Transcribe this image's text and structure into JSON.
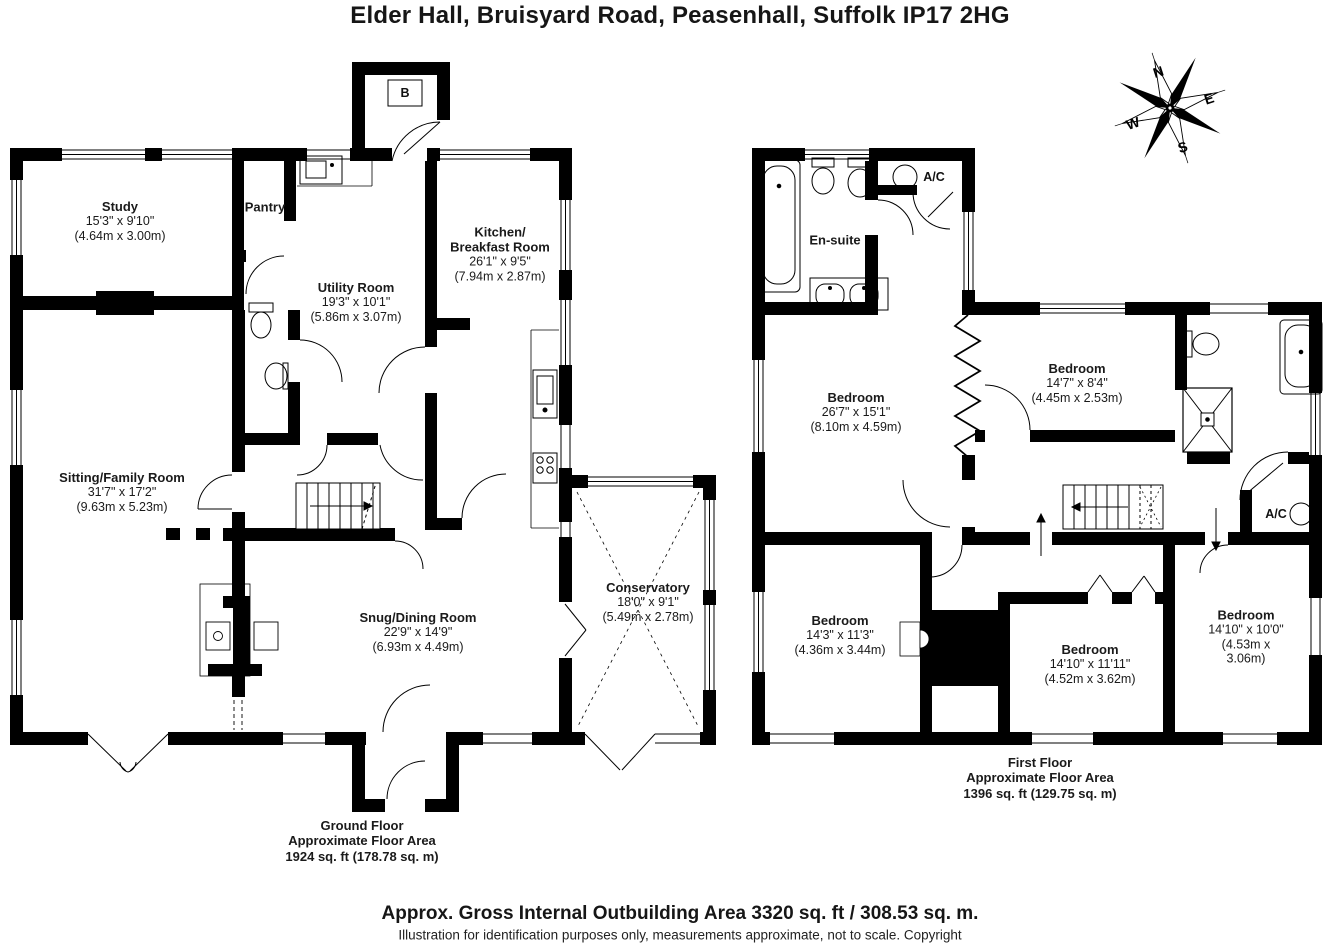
{
  "title": "Elder Hall, Bruisyard Road, Peasenhall, Suffolk IP17 2HG",
  "compass": {
    "n": "N",
    "e": "E",
    "s": "S",
    "w": "W"
  },
  "ground_floor": {
    "caption": {
      "line1": "Ground Floor",
      "line2": "Approximate Floor Area",
      "line3": "1924 sq. ft (178.78 sq. m)"
    },
    "annotations": {
      "boiler": "B"
    },
    "rooms": [
      {
        "name": "Study",
        "imperial": "15'3\" x 9'10\"",
        "metric": "(4.64m x 3.00m)"
      },
      {
        "name": "Pantry",
        "imperial": "",
        "metric": ""
      },
      {
        "name": "Utility Room",
        "imperial": "19'3\" x 10'1\"",
        "metric": "(5.86m x 3.07m)"
      },
      {
        "name": "Kitchen/\nBreakfast Room",
        "imperial": "26'1\" x 9'5\"",
        "metric": "(7.94m x 2.87m)"
      },
      {
        "name": "Sitting/Family Room",
        "imperial": "31'7\" x 17'2\"",
        "metric": "(9.63m x 5.23m)"
      },
      {
        "name": "Snug/Dining Room",
        "imperial": "22'9\" x 14'9\"",
        "metric": "(6.93m x 4.49m)"
      },
      {
        "name": "Conservatory",
        "imperial": "18'0\" x 9'1\"",
        "metric": "(5.49m x 2.78m)"
      }
    ]
  },
  "first_floor": {
    "caption": {
      "line1": "First Floor",
      "line2": "Approximate Floor Area",
      "line3": "1396 sq. ft (129.75 sq. m)"
    },
    "annotations": {
      "ac_top": "A/C",
      "ac_bottom": "A/C"
    },
    "rooms": [
      {
        "name": "En-suite",
        "imperial": "",
        "metric": ""
      },
      {
        "name": "Bedroom",
        "imperial": "26'7\" x 15'1\"",
        "metric": "(8.10m x 4.59m)"
      },
      {
        "name": "Bedroom",
        "imperial": "14'7\" x 8'4\"",
        "metric": "(4.45m x 2.53m)"
      },
      {
        "name": "Bedroom",
        "imperial": "14'3\" x 11'3\"",
        "metric": "(4.36m x 3.44m)"
      },
      {
        "name": "Bedroom",
        "imperial": "14'10\" x 11'11\"",
        "metric": "(4.52m x 3.62m)"
      },
      {
        "name": "Bedroom",
        "imperial": "14'10\" x 10'0\"",
        "metric": "(4.53m x 3.06m)"
      }
    ]
  },
  "footer": {
    "outbuilding": "Approx. Gross Internal Outbuilding Area 3320 sq. ft / 308.53 sq. m.",
    "disclaimer": "Illustration for identification purposes only, measurements approximate, not to scale. Copyright"
  }
}
